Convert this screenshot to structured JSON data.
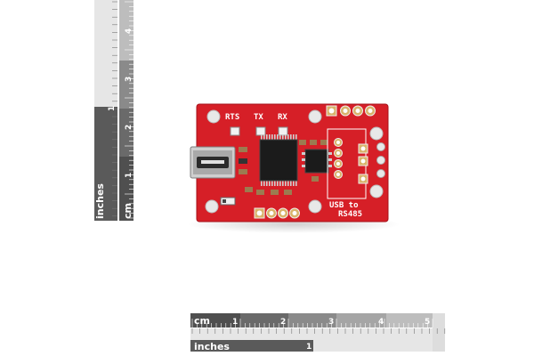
{
  "colors": {
    "pcb": "#d61f27",
    "pcb_edge": "#b0151c",
    "silkscreen": "#ffffff",
    "ruler_dark": "#555555",
    "ruler_light": "#bdbdbd"
  },
  "board": {
    "labels": {
      "rts": "RTS",
      "tx": "TX",
      "rx": "RX",
      "usb_to": "USB to",
      "rs485": "RS485"
    }
  },
  "vertical_ruler": {
    "cm_label": "cm",
    "inches_label": "inches",
    "cm_numbers": [
      "1",
      "2",
      "3",
      "4"
    ],
    "inch_numbers": [
      "1"
    ]
  },
  "horizontal_ruler": {
    "cm_label": "cm",
    "inches_label": "inches",
    "cm_numbers": [
      "1",
      "2",
      "3",
      "4",
      "5"
    ],
    "inch_numbers": [
      "1"
    ]
  }
}
